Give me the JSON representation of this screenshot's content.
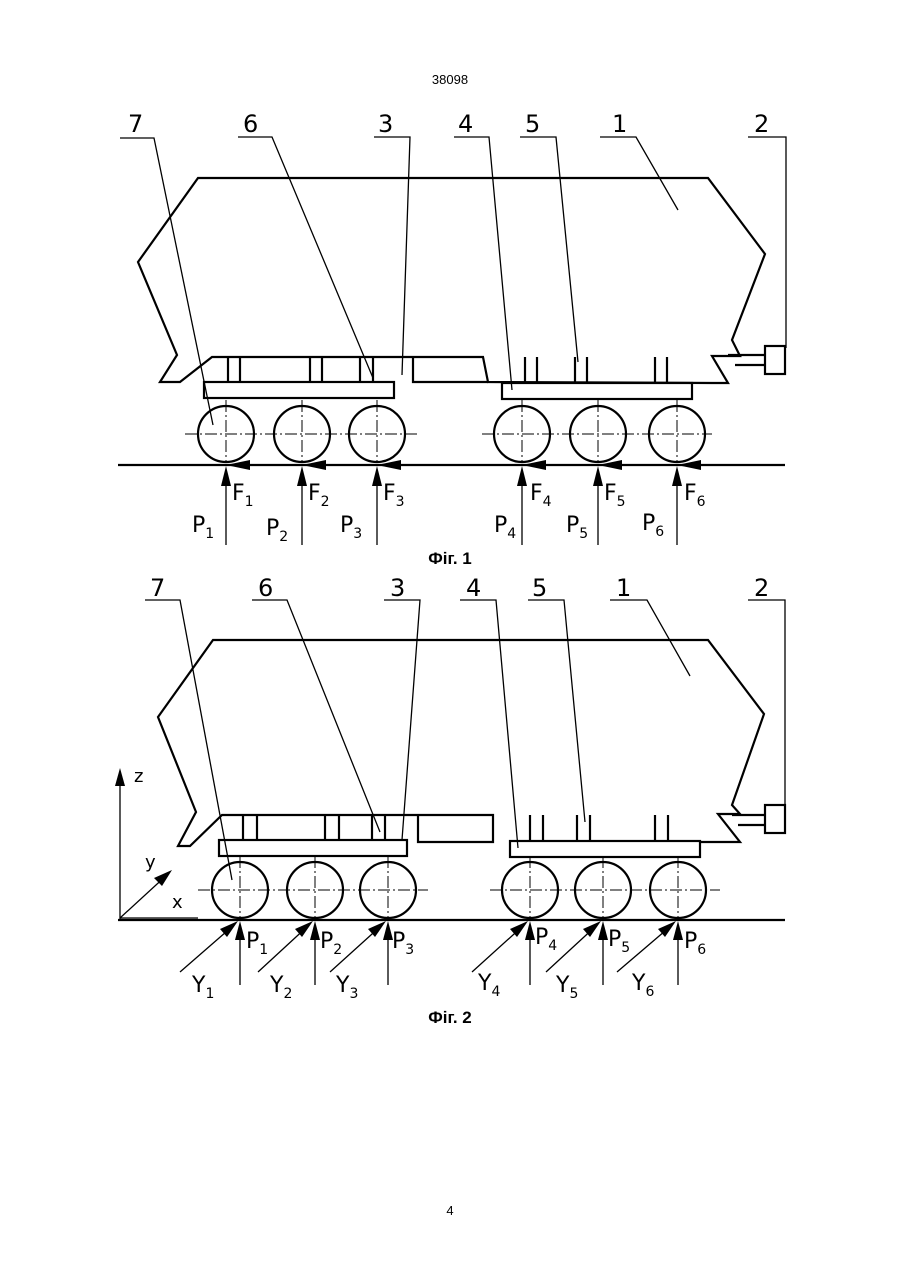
{
  "header": {
    "doc_number": "38098"
  },
  "footer": {
    "page_number": "4"
  },
  "figures": [
    {
      "caption": "Фіг. 1",
      "callouts": [
        "7",
        "6",
        "3",
        "4",
        "5",
        "1",
        "2"
      ],
      "force_labels": [
        {
          "main": "F",
          "sub": "1"
        },
        {
          "main": "F",
          "sub": "2"
        },
        {
          "main": "F",
          "sub": "3"
        },
        {
          "main": "F",
          "sub": "4"
        },
        {
          "main": "F",
          "sub": "5"
        },
        {
          "main": "F",
          "sub": "6"
        }
      ],
      "load_labels": [
        {
          "main": "P",
          "sub": "1"
        },
        {
          "main": "P",
          "sub": "2"
        },
        {
          "main": "P",
          "sub": "3"
        },
        {
          "main": "P",
          "sub": "4"
        },
        {
          "main": "P",
          "sub": "5"
        },
        {
          "main": "P",
          "sub": "6"
        }
      ]
    },
    {
      "caption": "Фіг. 2",
      "callouts": [
        "7",
        "6",
        "3",
        "4",
        "5",
        "1",
        "2"
      ],
      "axes": {
        "z": "z",
        "y": "y",
        "x": "x"
      },
      "load_labels": [
        {
          "main": "P",
          "sub": "1"
        },
        {
          "main": "P",
          "sub": "2"
        },
        {
          "main": "P",
          "sub": "3"
        },
        {
          "main": "P",
          "sub": "4"
        },
        {
          "main": "P",
          "sub": "5"
        },
        {
          "main": "P",
          "sub": "6"
        }
      ],
      "lateral_labels": [
        {
          "main": "Y",
          "sub": "1"
        },
        {
          "main": "Y",
          "sub": "2"
        },
        {
          "main": "Y",
          "sub": "3"
        },
        {
          "main": "Y",
          "sub": "4"
        },
        {
          "main": "Y",
          "sub": "5"
        },
        {
          "main": "Y",
          "sub": "6"
        }
      ]
    }
  ]
}
